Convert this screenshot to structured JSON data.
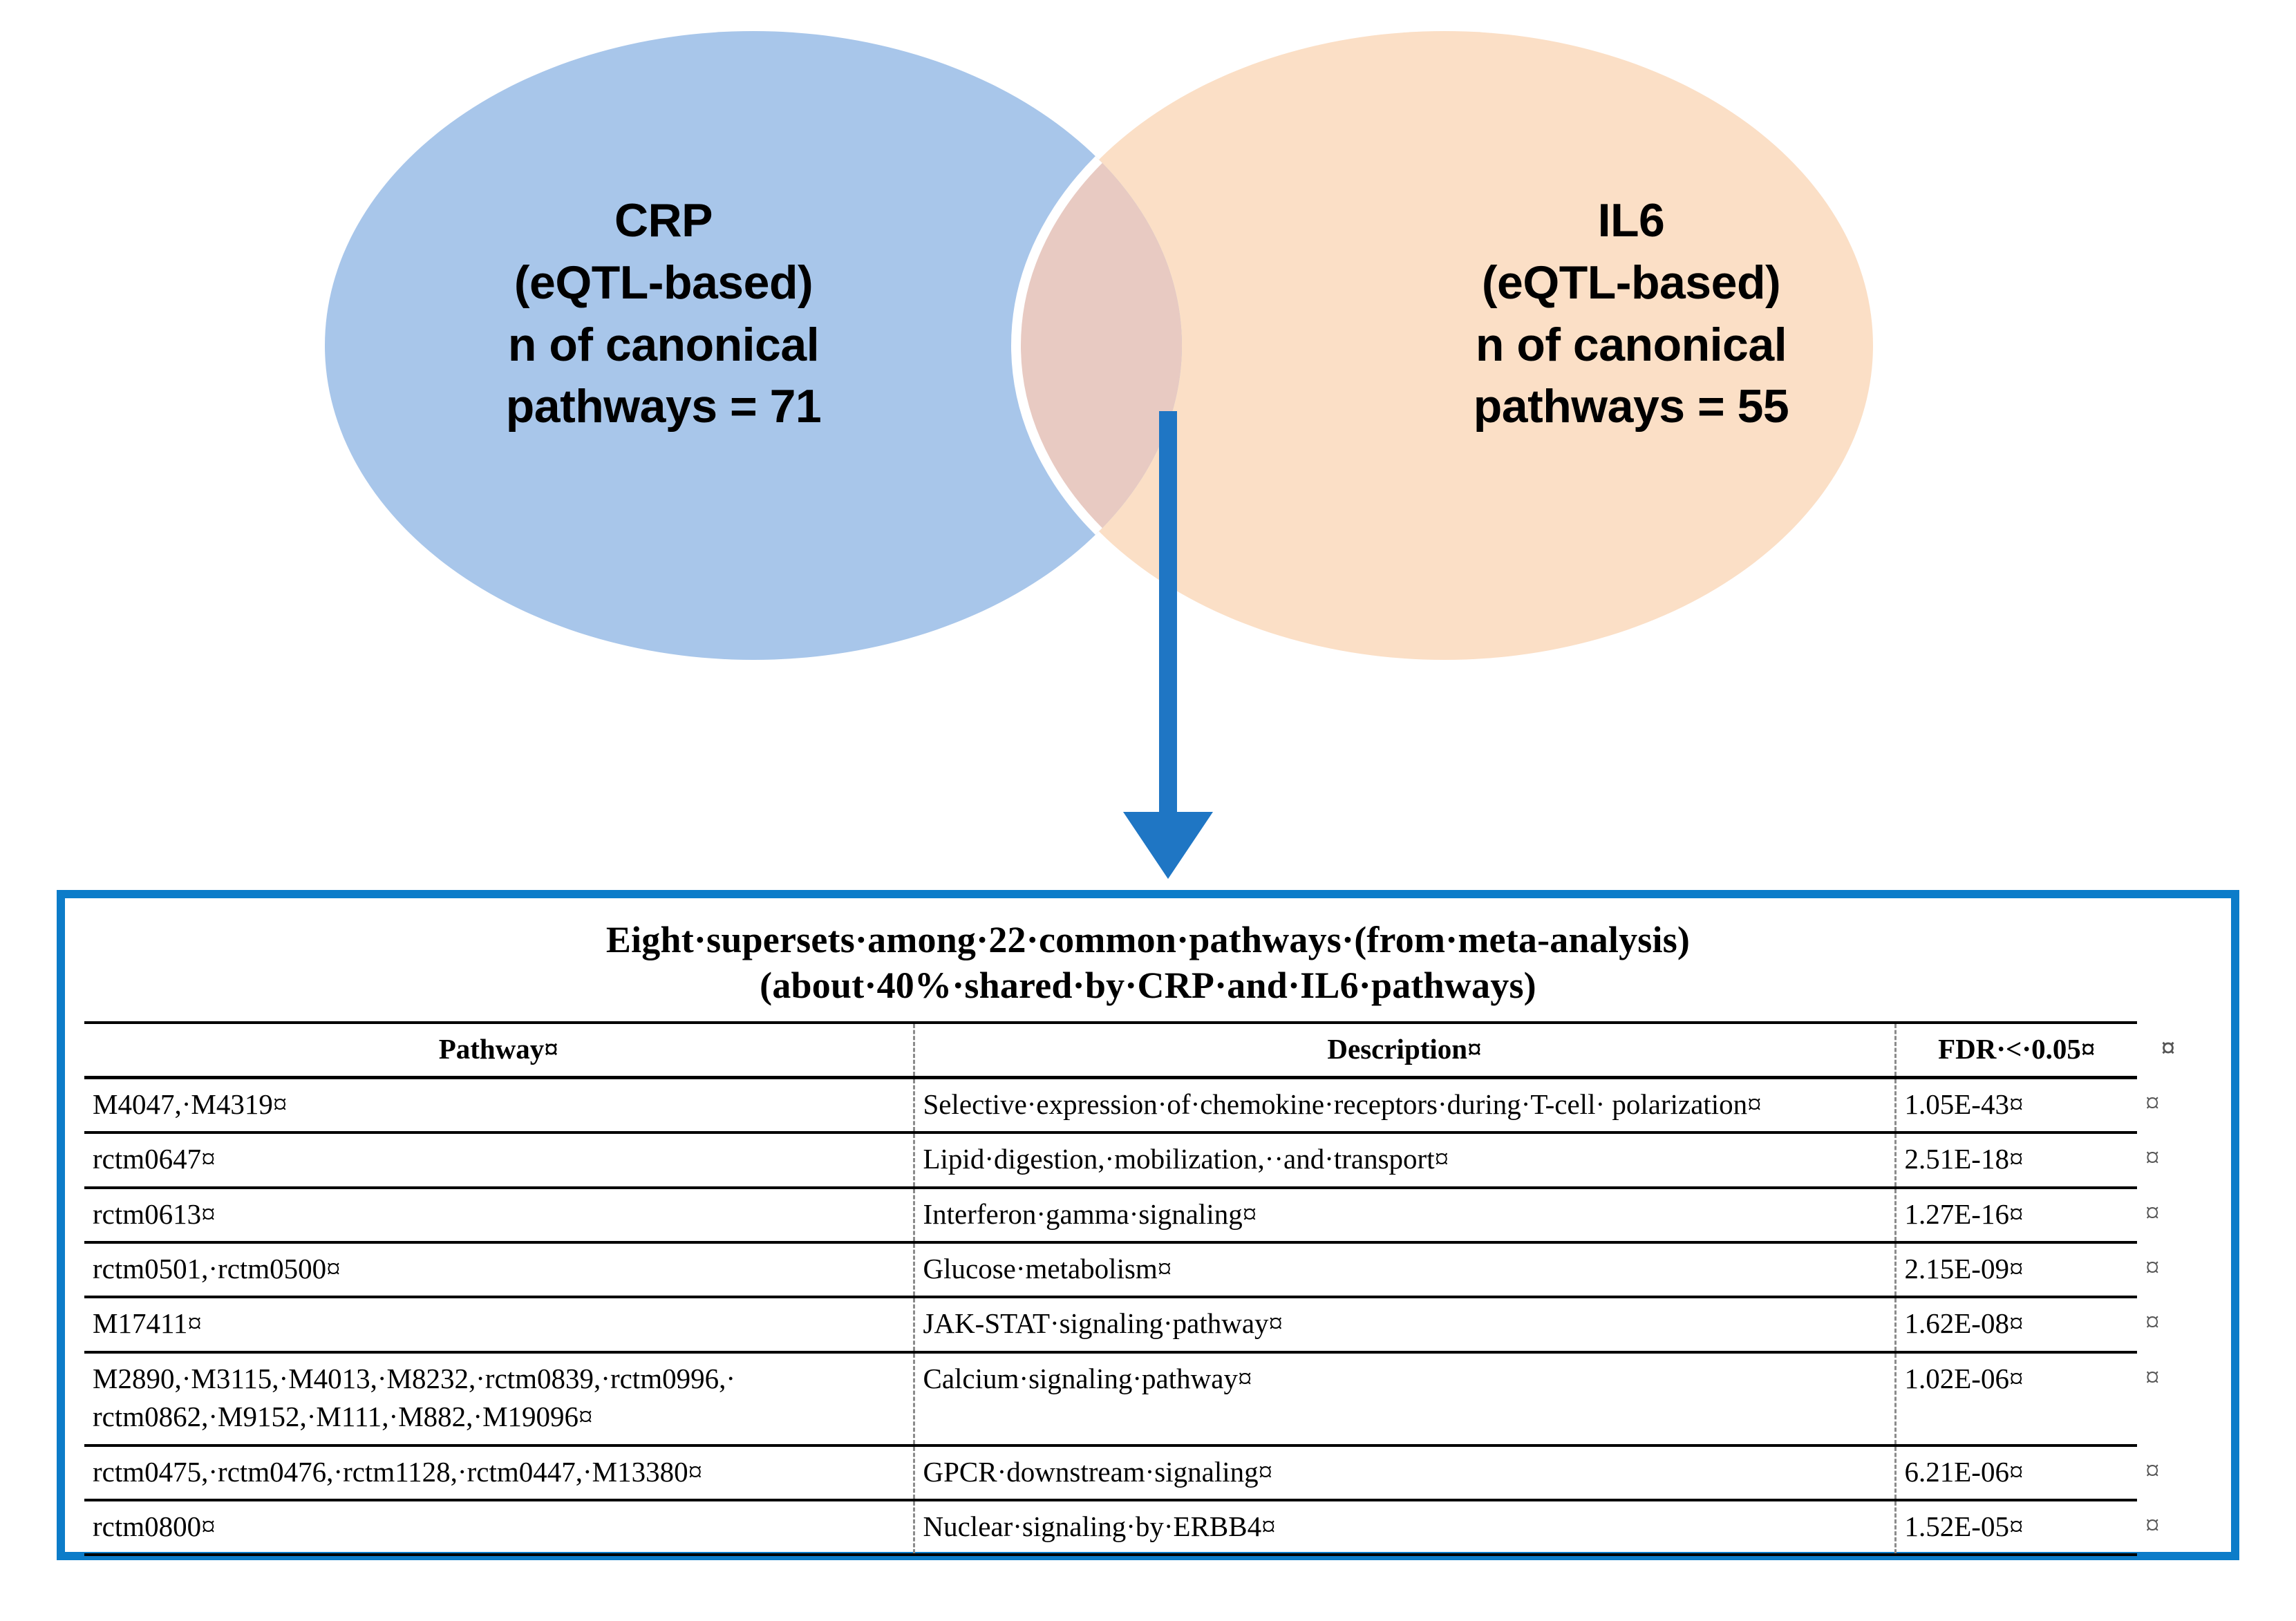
{
  "venn": {
    "left_set": {
      "name": "CRP",
      "label": "CRP\n(eQTL-based)\nn of canonical\npathways = 71",
      "title": "CRP",
      "subtitle": "(eQTL-based)",
      "metric_label": "n of canonical pathways",
      "count": 71,
      "fill_color": "#a8c6ea"
    },
    "right_set": {
      "name": "IL6",
      "label": "IL6\n(eQTL-based)\nn of canonical\npathways = 55",
      "title": "IL6",
      "subtitle": "(eQTL-based)",
      "metric_label": "n of canonical pathways",
      "count": 55,
      "fill_color": "#fbdfc6"
    },
    "intersection": {
      "fill_color": "#e8cac2",
      "outline_color": "#ffffff"
    },
    "arrow": {
      "color": "#1f76c4",
      "direction": "down"
    }
  },
  "panel": {
    "border_color": "#0c7cc9",
    "title": "Eight·supersets·among·22·common·pathways·(from·meta-analysis)\n(about·40%·shared·by·CRP·and·IL6·pathways)",
    "title_line1": "Eight·supersets·among·22·common·pathways·(from·meta-analysis)",
    "title_line2": "(about·40%·shared·by·CRP·and·IL6·pathways)"
  },
  "table": {
    "headers": [
      "Pathway¤",
      "Description¤",
      "FDR·<·0.05¤",
      "¤"
    ],
    "rows": [
      {
        "pathway": "M4047,·M4319¤",
        "description": "Selective·expression·of·chemokine·receptors·during·T-cell· polarization¤",
        "fdr": "1.05E-43¤",
        "mark": "¤"
      },
      {
        "pathway": "rctm0647¤",
        "description": "Lipid·digestion,·mobilization,··and·transport¤",
        "fdr": "2.51E-18¤",
        "mark": "¤"
      },
      {
        "pathway": "rctm0613¤",
        "description": "Interferon·gamma·signaling¤",
        "fdr": "1.27E-16¤",
        "mark": "¤"
      },
      {
        "pathway": "rctm0501,·rctm0500¤",
        "description": "Glucose·metabolism¤",
        "fdr": "2.15E-09¤",
        "mark": "¤"
      },
      {
        "pathway": "M17411¤",
        "description": "JAK-STAT·signaling·pathway¤",
        "fdr": "1.62E-08¤",
        "mark": "¤"
      },
      {
        "pathway": "M2890,·M3115,·M4013,·M8232,·rctm0839,·rctm0996,· rctm0862,·M9152,·M111,·M882,·M19096¤",
        "description": "Calcium·signaling·pathway¤",
        "fdr": "1.02E-06¤",
        "mark": "¤"
      },
      {
        "pathway": "rctm0475,·rctm0476,·rctm1128,·rctm0447,·M13380¤",
        "description": "GPCR·downstream·signaling¤",
        "fdr": "6.21E-06¤",
        "mark": "¤"
      },
      {
        "pathway": "rctm0800¤",
        "description": "Nuclear·signaling·by·ERBB4¤",
        "fdr": "1.52E-05¤",
        "mark": "¤"
      }
    ]
  }
}
